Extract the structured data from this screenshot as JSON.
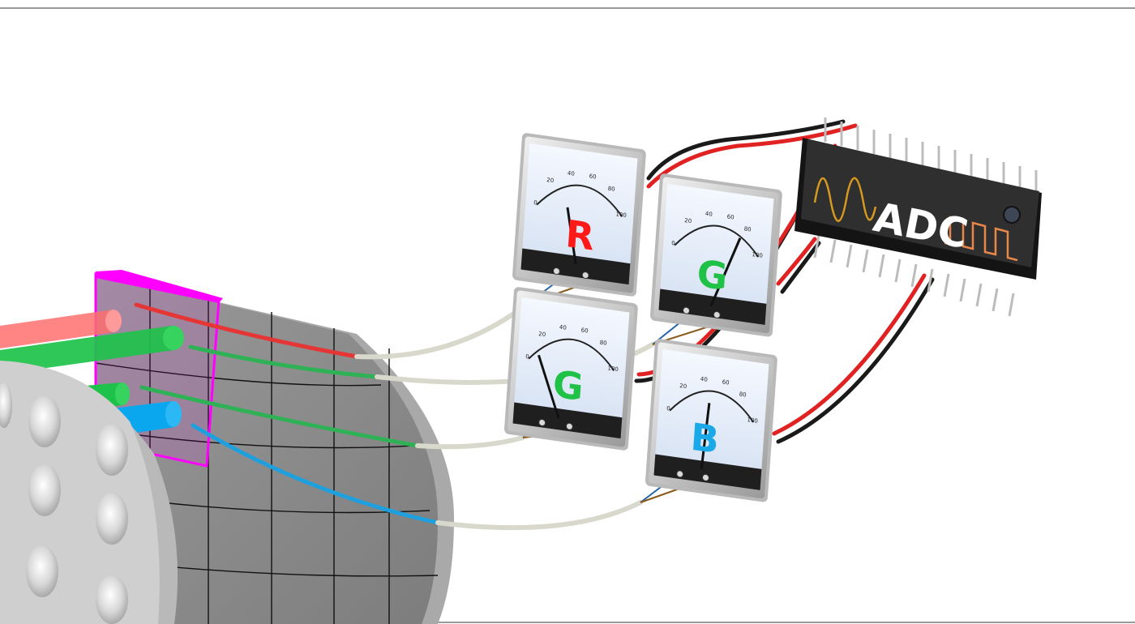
{
  "meters": [
    {
      "id": "R",
      "letter": "R",
      "color": "#ff1a1a",
      "scale": [
        "0",
        "20",
        "40",
        "60",
        "80",
        "100"
      ]
    },
    {
      "id": "G1",
      "letter": "G",
      "color": "#1fc247",
      "scale": [
        "0",
        "20",
        "40",
        "60",
        "80",
        "100"
      ]
    },
    {
      "id": "G2",
      "letter": "G",
      "color": "#1fc247",
      "scale": [
        "0",
        "20",
        "40",
        "60",
        "80",
        "100"
      ]
    },
    {
      "id": "B",
      "letter": "B",
      "color": "#1aa8e8",
      "scale": [
        "0",
        "20",
        "40",
        "60",
        "80",
        "100"
      ]
    }
  ],
  "adc": {
    "label": "ADC"
  },
  "colors": {
    "red_beam": "#ff6f6f",
    "green_beam": "#1ec24b",
    "blue_beam": "#0aa6ee",
    "filter_highlight": "#ff00ff",
    "sensor_grey": "#8f8f8f",
    "wire_red": "#e02222",
    "wire_black": "#1a1a1a",
    "chip_body": "#2e2e2e",
    "analog_wave": "#d6981f",
    "digital_wave": "#e8874a"
  }
}
